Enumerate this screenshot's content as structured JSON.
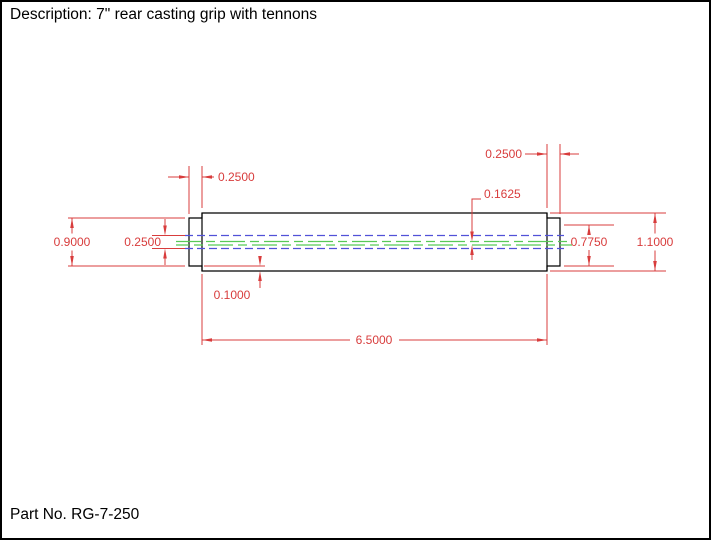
{
  "title_block": {
    "description": "Description: 7\" rear casting grip with tennons",
    "part_number": "Part No. RG-7-250"
  },
  "colors": {
    "outline": "#000000",
    "dimension": "#d83c3c",
    "hidden_line": "#5151d8",
    "center_line": "#57c957",
    "background": "#ffffff"
  },
  "drawing": {
    "dimensions": {
      "left_tennon_length": "0.2500",
      "right_tennon_length": "0.2500",
      "inner_bore": "0.1625",
      "tennon_diameter": "0.9000",
      "bore_diameter": "0.2500",
      "right_feature_height": "0.7750",
      "body_diameter": "1.1000",
      "step_height": "0.1000",
      "body_length": "6.5000"
    }
  }
}
